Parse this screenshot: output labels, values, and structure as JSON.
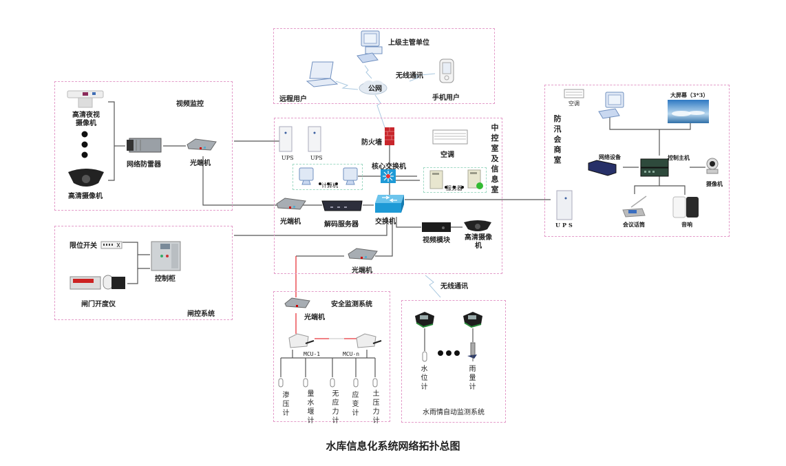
{
  "title": "水库信息化系统网络拓扑总图",
  "zones": {
    "public": {
      "superior": "上级主管单位",
      "public_net": "公网",
      "wireless": "无线通讯",
      "remote_user": "远程用户",
      "mobile_user": "手机用户"
    },
    "video": {
      "title": "视频监控",
      "night_camera": "高清夜视摄像机",
      "hd_camera": "高清摄像机",
      "surge": "网络防雷器",
      "optical": "光端机"
    },
    "gate": {
      "title": "闸控系统",
      "limit_switch": "限位开关",
      "control_cabinet": "控制柜",
      "gate_meter": "闸门开度仪"
    },
    "control": {
      "title": "中控室及信息室",
      "ups1": "UPS",
      "ups2": "UPS",
      "firewall": "防火墙",
      "ac": "空调",
      "core_switch": "核心交换机",
      "computers": "计算机",
      "servers": "服务器",
      "optical1": "光端机",
      "decoder": "解码服务器",
      "switch": "交换机",
      "video_module": "视频模块",
      "hd_camera": "高清摄像机",
      "optical2": "光端机"
    },
    "flood": {
      "title": "防汛会商室",
      "ac": "空调",
      "big_screen": "大屏幕（3*3）",
      "network_device": "网络设备",
      "control_host": "控制主机",
      "camera": "摄像机",
      "ups": "UPS",
      "mic": "会议话筒",
      "speaker": "音响"
    },
    "safety": {
      "title": "安全监测系统",
      "optical": "光端机",
      "mcu1": "MCU-1",
      "mcun": "MCU-n",
      "sensors": [
        "渗压计",
        "量水堰计",
        "无应力计",
        "应变计",
        "土压力计"
      ]
    },
    "hydro": {
      "wireless": "无线通讯",
      "title": "水雨情自动监测系统",
      "water_level": "水位计",
      "rain_gauge": "雨量计"
    }
  },
  "colors": {
    "zone_border": "#e39ac8",
    "sub_border": "#9fd9c4",
    "wire": "#555555",
    "fiber": "#e8343a",
    "switch_blue": "#1e9ad6",
    "firewall_red": "#c8262c"
  }
}
